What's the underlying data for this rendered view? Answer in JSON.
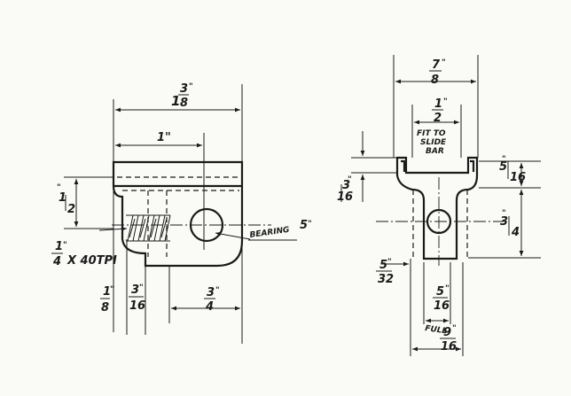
{
  "left_view": {
    "overall_width": {
      "whole": "1",
      "num": "3",
      "den": "8",
      "unit": "\""
    },
    "hole_center_dim": "1\"",
    "height_dim": {
      "num": "1",
      "den": "2",
      "unit": "\""
    },
    "thread": {
      "num": "1",
      "den": "4",
      "unit": "\"",
      "text": "X 40TPI"
    },
    "bearing": {
      "label": "BEARING",
      "num": "5",
      "unit": "\""
    },
    "bottom_left": {
      "num": "1",
      "den": "8",
      "unit": "\""
    },
    "bottom_mid": {
      "num": "3",
      "den": "16",
      "unit": "\""
    },
    "bottom_right": {
      "num": "3",
      "den": "4",
      "unit": "\""
    }
  },
  "right_view": {
    "top_width": {
      "num": "7",
      "den": "8",
      "unit": "\""
    },
    "slot_width": {
      "num": "1",
      "den": "2",
      "unit": "\""
    },
    "fit_note": [
      "FIT TO",
      "SLIDE",
      "BAR"
    ],
    "left_height": {
      "num": "3",
      "den": "16",
      "unit": "\""
    },
    "right_upper": {
      "num": "5",
      "den": "16",
      "unit": "\""
    },
    "right_lower": {
      "num": "3",
      "den": "4",
      "unit": "\""
    },
    "lower_left": {
      "num": "5",
      "den": "32",
      "unit": "\""
    },
    "lower_mid": {
      "num": "5",
      "den": "16",
      "unit": "\""
    },
    "full": "FULL",
    "bottom_width": {
      "num": "9",
      "den": "16",
      "unit": "\""
    }
  }
}
